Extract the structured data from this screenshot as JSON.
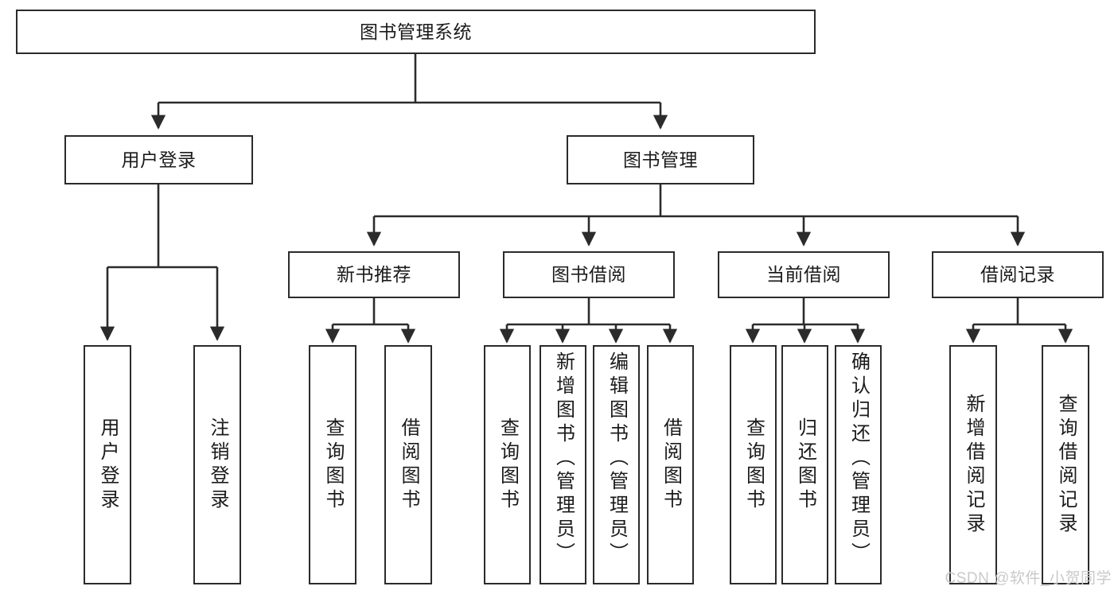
{
  "diagram": {
    "type": "tree-hierarchy",
    "title": "图书管理系统",
    "orientation": "top-down",
    "colors": {
      "box_border": "#2b2b2b",
      "box_fill": "#ffffff",
      "edge": "#2b2b2b",
      "text": "#1b1b1b",
      "watermark": "#c9c9c9",
      "background": "#ffffff"
    },
    "root": {
      "id": "root",
      "label": "图书管理系统"
    },
    "level2": [
      {
        "id": "user-login",
        "label": "用户登录"
      },
      {
        "id": "book-manage",
        "label": "图书管理"
      }
    ],
    "level3": [
      {
        "id": "new-book-rec",
        "label": "新书推荐",
        "parent": "book-manage"
      },
      {
        "id": "book-borrow",
        "label": "图书借阅",
        "parent": "book-manage"
      },
      {
        "id": "current-borrow",
        "label": "当前借阅",
        "parent": "book-manage"
      },
      {
        "id": "borrow-record",
        "label": "借阅记录",
        "parent": "book-manage"
      }
    ],
    "leaves": {
      "user-login": [
        {
          "id": "leaf-user-login",
          "label": "用户登录"
        },
        {
          "id": "leaf-user-logout",
          "label": "注销登录"
        }
      ],
      "new-book-rec": [
        {
          "id": "leaf-query-book-1",
          "label": "查询图书"
        },
        {
          "id": "leaf-borrow-book-1",
          "label": "借阅图书"
        }
      ],
      "book-borrow": [
        {
          "id": "leaf-query-book-2",
          "label": "查询图书"
        },
        {
          "id": "leaf-add-book",
          "label": "新增图书（管理员）"
        },
        {
          "id": "leaf-edit-book",
          "label": "编辑图书（管理员）"
        },
        {
          "id": "leaf-borrow-book-2",
          "label": "借阅图书"
        }
      ],
      "current-borrow": [
        {
          "id": "leaf-query-book-3",
          "label": "查询图书"
        },
        {
          "id": "leaf-return-book",
          "label": "归还图书"
        },
        {
          "id": "leaf-confirm-return",
          "label": "确认归还（管理员）"
        }
      ],
      "borrow-record": [
        {
          "id": "leaf-add-record",
          "label": "新增借阅记录"
        },
        {
          "id": "leaf-query-record",
          "label": "查询借阅记录"
        }
      ]
    }
  },
  "watermark": {
    "text": "CSDN @软件_小贺同学"
  }
}
